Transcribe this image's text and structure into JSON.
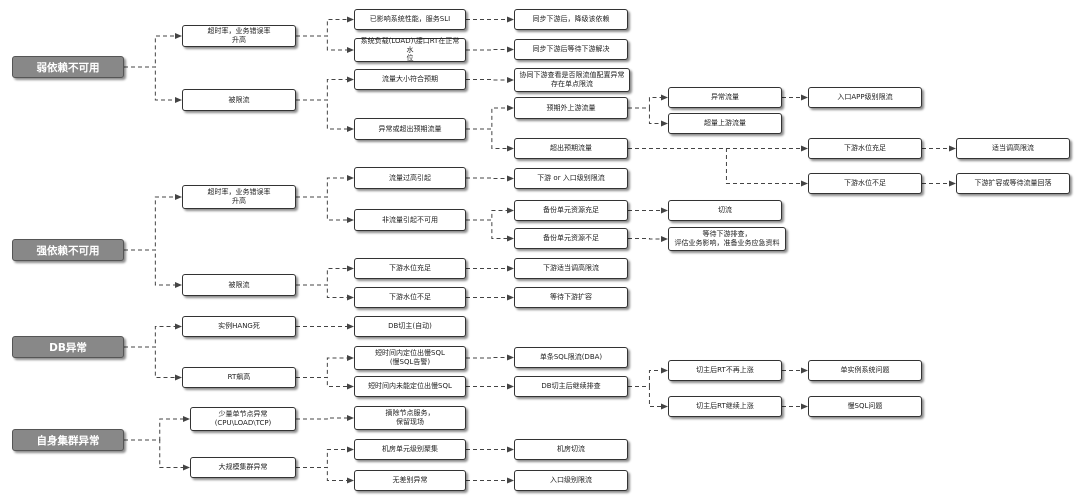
{
  "categories": [
    {
      "id": "c1",
      "label": "弱依赖不可用"
    },
    {
      "id": "c2",
      "label": "强依赖不可用"
    },
    {
      "id": "c3",
      "label": "DB异常"
    },
    {
      "id": "c4",
      "label": "自身集群异常"
    }
  ],
  "nodes": [
    {
      "id": "w1",
      "label": "超时率，业务错误率\n升高"
    },
    {
      "id": "w2",
      "label": "被限流"
    },
    {
      "id": "w1a",
      "label": "已影响系统性能，服务SLI"
    },
    {
      "id": "w1b",
      "label": "系统负载(LOAD)\\接口RT在正常水\n位"
    },
    {
      "id": "w1a1",
      "label": "同步下游后，降级该依赖"
    },
    {
      "id": "w1b1",
      "label": "同步下游后等待下游解决"
    },
    {
      "id": "w2a",
      "label": "流量大小符合预期"
    },
    {
      "id": "w2b",
      "label": "异常或超出预期流量"
    },
    {
      "id": "w2a1",
      "label": "协同下游查看是否限流值配置异常\n存在单点限流"
    },
    {
      "id": "w2b1",
      "label": "预期外上游流量"
    },
    {
      "id": "w2b2",
      "label": "超出预期流量"
    },
    {
      "id": "w2b1a",
      "label": "异常流量"
    },
    {
      "id": "w2b1b",
      "label": "超量上游流量"
    },
    {
      "id": "w2b1a1",
      "label": "入口APP级别限流"
    },
    {
      "id": "w2b2a",
      "label": "下游水位充足"
    },
    {
      "id": "w2b2b",
      "label": "下游水位不足"
    },
    {
      "id": "w2b2a1",
      "label": "适当调高限流"
    },
    {
      "id": "w2b2b1",
      "label": "下游扩容或等待流量回落"
    },
    {
      "id": "s1",
      "label": "超时率，业务错误率\n升高"
    },
    {
      "id": "s2",
      "label": "被限流"
    },
    {
      "id": "s1a",
      "label": "流量过高引起"
    },
    {
      "id": "s1b",
      "label": "非流量引起不可用"
    },
    {
      "id": "s1a1",
      "label": "下游 or 入口级别限流"
    },
    {
      "id": "s1b1",
      "label": "备份单元资源充足"
    },
    {
      "id": "s1b2",
      "label": "备份单元资源不足"
    },
    {
      "id": "s1b1a",
      "label": "切流"
    },
    {
      "id": "s1b2a",
      "label": "等待下游排查，\n评估业务影响，准备业务应急资料"
    },
    {
      "id": "s2a",
      "label": "下游水位充足"
    },
    {
      "id": "s2b",
      "label": "下游水位不足"
    },
    {
      "id": "s2a1",
      "label": "下游适当调高限流"
    },
    {
      "id": "s2b1",
      "label": "等待下游扩容"
    },
    {
      "id": "d1",
      "label": "实例HANG死"
    },
    {
      "id": "d2",
      "label": "RT飙高"
    },
    {
      "id": "d1a",
      "label": "DB切主(自动)"
    },
    {
      "id": "d2a",
      "label": "短时间内定位出慢SQL\n(慢SQL告警)"
    },
    {
      "id": "d2b",
      "label": "短时间内未能定位出慢SQL"
    },
    {
      "id": "d2a1",
      "label": "单条SQL限流(DBA)"
    },
    {
      "id": "d2b1",
      "label": "DB切主后继续排查"
    },
    {
      "id": "d2b1a",
      "label": "切主后RT不再上涨"
    },
    {
      "id": "d2b1b",
      "label": "切主后RT继续上涨"
    },
    {
      "id": "d2b1a1",
      "label": "单实例系统问题"
    },
    {
      "id": "d2b1b1",
      "label": "慢SQL问题"
    },
    {
      "id": "z1",
      "label": "少量单节点异常\n(CPU\\LOAD\\TCP)"
    },
    {
      "id": "z2",
      "label": "大规模集群异常"
    },
    {
      "id": "z1a",
      "label": "摘除节点服务，\n保留现场"
    },
    {
      "id": "z2a",
      "label": "机房单元级别聚集"
    },
    {
      "id": "z2b",
      "label": "无差别异常"
    },
    {
      "id": "z2a1",
      "label": "机房切流"
    },
    {
      "id": "z2b1",
      "label": "入口级别限流"
    }
  ],
  "edges": [
    [
      "c1",
      "w1"
    ],
    [
      "c1",
      "w2"
    ],
    [
      "w1",
      "w1a"
    ],
    [
      "w1",
      "w1b"
    ],
    [
      "w1a",
      "w1a1"
    ],
    [
      "w1b",
      "w1b1"
    ],
    [
      "w2",
      "w2a"
    ],
    [
      "w2",
      "w2b"
    ],
    [
      "w2a",
      "w2a1"
    ],
    [
      "w2b",
      "w2b1"
    ],
    [
      "w2b",
      "w2b2"
    ],
    [
      "w2b1",
      "w2b1a"
    ],
    [
      "w2b1",
      "w2b1b"
    ],
    [
      "w2b1a",
      "w2b1a1"
    ],
    [
      "w2b2",
      "w2b2a"
    ],
    [
      "w2b2",
      "w2b2b"
    ],
    [
      "w2b2a",
      "w2b2a1"
    ],
    [
      "w2b2b",
      "w2b2b1"
    ],
    [
      "c2",
      "s1"
    ],
    [
      "c2",
      "s2"
    ],
    [
      "s1",
      "s1a"
    ],
    [
      "s1",
      "s1b"
    ],
    [
      "s1a",
      "s1a1"
    ],
    [
      "s1b",
      "s1b1"
    ],
    [
      "s1b",
      "s1b2"
    ],
    [
      "s1b1",
      "s1b1a"
    ],
    [
      "s1b2",
      "s1b2a"
    ],
    [
      "s2",
      "s2a"
    ],
    [
      "s2",
      "s2b"
    ],
    [
      "s2a",
      "s2a1"
    ],
    [
      "s2b",
      "s2b1"
    ],
    [
      "c3",
      "d1"
    ],
    [
      "c3",
      "d2"
    ],
    [
      "d1",
      "d1a"
    ],
    [
      "d2",
      "d2a"
    ],
    [
      "d2",
      "d2b"
    ],
    [
      "d2a",
      "d2a1"
    ],
    [
      "d2b",
      "d2b1"
    ],
    [
      "d2b1",
      "d2b1a"
    ],
    [
      "d2b1",
      "d2b1b"
    ],
    [
      "d2b1a",
      "d2b1a1"
    ],
    [
      "d2b1b",
      "d2b1b1"
    ],
    [
      "c4",
      "z1"
    ],
    [
      "c4",
      "z2"
    ],
    [
      "z1",
      "z1a"
    ],
    [
      "z2",
      "z2a"
    ],
    [
      "z2",
      "z2b"
    ],
    [
      "z2a",
      "z2a1"
    ],
    [
      "z2b",
      "z2b1"
    ]
  ],
  "colors": {
    "category_fill": "#888888",
    "edge": "#444444",
    "node_border": "#333333"
  }
}
